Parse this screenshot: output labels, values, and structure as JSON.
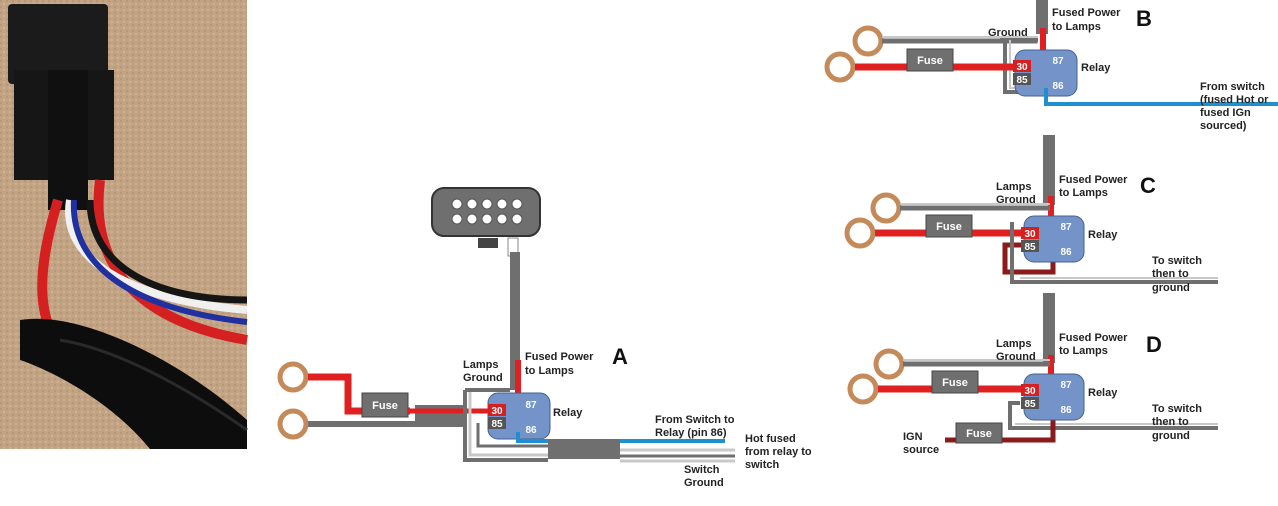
{
  "photo": {
    "description_icon": "relay-harness-photo"
  },
  "diagram_a": {
    "letter": "A",
    "fuse": "Fuse",
    "relay": "Relay",
    "pins": {
      "p30": "30",
      "p85": "85",
      "p87": "87",
      "p86": "86"
    },
    "lamps_ground": [
      "Lamps",
      "Ground"
    ],
    "fused_power": [
      "Fused Power",
      "to Lamps"
    ],
    "from_switch": [
      "From Switch to",
      "Relay (pin 86)"
    ],
    "hot_fused": [
      "Hot fused",
      "from relay to",
      "switch"
    ],
    "switch_ground": [
      "Switch",
      "Ground"
    ]
  },
  "diagram_b": {
    "letter": "B",
    "fuse": "Fuse",
    "relay": "Relay",
    "ground": "Ground",
    "pins": {
      "p30": "30",
      "p85": "85",
      "p87": "87",
      "p86": "86"
    },
    "fused_power": [
      "Fused Power",
      "to Lamps"
    ],
    "from_switch": [
      "From switch",
      "(fused Hot or",
      "fused IGn",
      "sourced)"
    ]
  },
  "diagram_c": {
    "letter": "C",
    "fuse": "Fuse",
    "relay": "Relay",
    "pins": {
      "p30": "30",
      "p85": "85",
      "p87": "87",
      "p86": "86"
    },
    "lamps_ground": [
      "Lamps",
      "Ground"
    ],
    "fused_power": [
      "Fused Power",
      "to Lamps"
    ],
    "to_switch": [
      "To switch",
      "then to",
      "ground"
    ]
  },
  "diagram_d": {
    "letter": "D",
    "fuse": "Fuse",
    "fuse2": "Fuse",
    "relay": "Relay",
    "pins": {
      "p30": "30",
      "p85": "85",
      "p87": "87",
      "p86": "86"
    },
    "lamps_ground": [
      "Lamps",
      "Ground"
    ],
    "fused_power": [
      "Fused Power",
      "to Lamps"
    ],
    "to_switch": [
      "To switch",
      "then to",
      "ground"
    ],
    "ign": [
      "IGN",
      "source"
    ]
  },
  "colors": {
    "red": "#e02020",
    "darkred": "#8b1a1a",
    "gray": "#6f6f6f",
    "lightgray": "#c8c8c8",
    "blue": "#1e90d0",
    "relay": "#7393c9",
    "ring": "#c48a5a"
  }
}
